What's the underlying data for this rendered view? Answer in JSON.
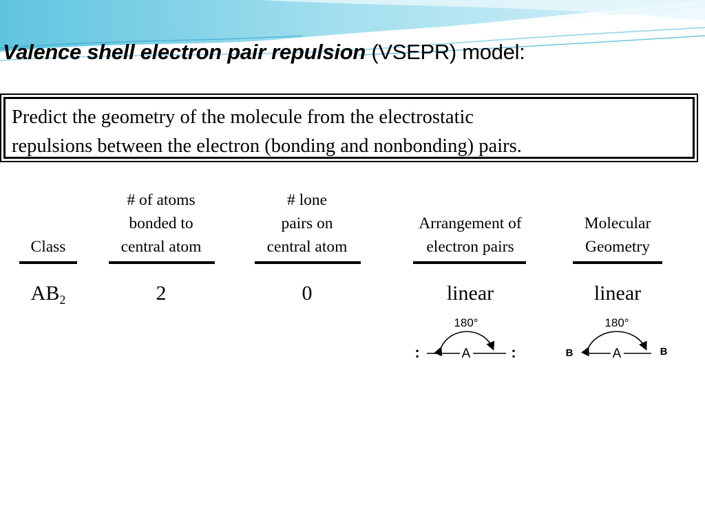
{
  "title": {
    "emphasis": "Valence shell electron pair repulsion",
    "rest": " (VSEPR) model:"
  },
  "callout": {
    "line1": "Predict the geometry of the molecule from the electrostatic",
    "line2": "repulsions between the electron (bonding and nonbonding) pairs."
  },
  "table": {
    "headers": {
      "class": [
        "Class"
      ],
      "atoms_bonded": [
        "# of atoms",
        "bonded to",
        "central atom"
      ],
      "lone_pairs": [
        "# lone",
        "pairs on",
        "central atom"
      ],
      "arrangement": [
        "Arrangement of",
        "electron pairs"
      ],
      "geometry": [
        "Molecular",
        "Geometry"
      ]
    },
    "row": {
      "class_base": "AB",
      "class_sub": "2",
      "atoms_bonded": "2",
      "lone_pairs": "0",
      "arrangement": "linear",
      "geometry": "linear"
    }
  },
  "diagrams": {
    "arrangement": {
      "angle_label": "180°",
      "center_atom": "A",
      "lone_pair_symbol": ":"
    },
    "geometry": {
      "angle_label": "180°",
      "center_atom": "A",
      "left_atom": "B",
      "right_atom": "B"
    }
  },
  "colors": {
    "wave_light": "#cfeef6",
    "wave_mid": "#8fd3e8",
    "wave_dark": "#4ab6d6"
  }
}
